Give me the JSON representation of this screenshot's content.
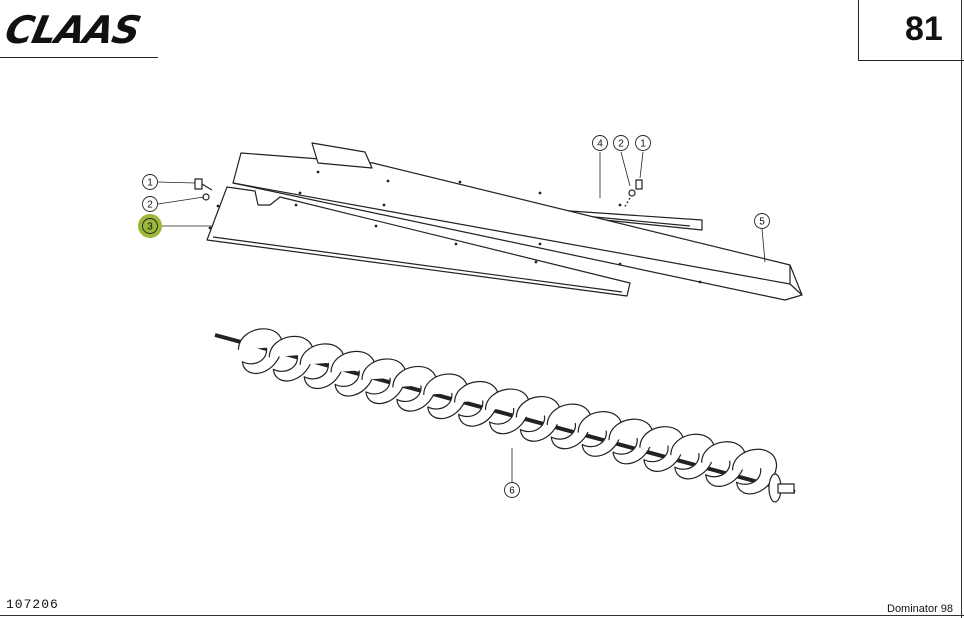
{
  "header": {
    "logo": "CLAAS",
    "page_number": "81"
  },
  "footer": {
    "drawing_number": "107206",
    "model": "Dominator 98"
  },
  "callouts": [
    {
      "label": "1",
      "highlighted": false
    },
    {
      "label": "2",
      "highlighted": false
    },
    {
      "label": "3",
      "highlighted": true
    },
    {
      "label": "4",
      "highlighted": false
    },
    {
      "label": "2",
      "highlighted": false
    },
    {
      "label": "1",
      "highlighted": false
    },
    {
      "label": "5",
      "highlighted": false
    },
    {
      "label": "6",
      "highlighted": false
    }
  ],
  "colors": {
    "highlight": "#9bb83a",
    "line": "#222222"
  }
}
